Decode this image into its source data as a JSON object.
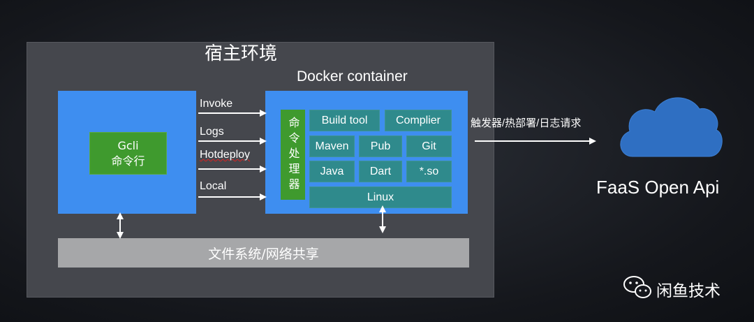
{
  "host": {
    "title": "宿主环境"
  },
  "cli": {
    "title_line1": "Gcli",
    "title_line2": "命令行"
  },
  "docker": {
    "title": "Docker container",
    "processor": "命令处理器",
    "tiles": {
      "build_tool": "Build tool",
      "compiler": "Complier",
      "maven": "Maven",
      "pub": "Pub",
      "git": "Git",
      "java": "Java",
      "dart": "Dart",
      "so": "*.so",
      "linux": "Linux"
    }
  },
  "arrows": {
    "invoke": "Invoke",
    "logs": "Logs",
    "hotdeploy": "Hotdeploy",
    "local": "Local",
    "trigger": "触发器/热部署/日志请求"
  },
  "shared": {
    "label": "文件系统/网络共享"
  },
  "cloud": {
    "label": "FaaS Open Api",
    "color": "#2f6fc2"
  },
  "brand": {
    "name": "闲鱼技术"
  },
  "colors": {
    "blue_box": "#3e8ef0",
    "green_box": "#3f9a2e",
    "teal_tile": "#2f8a8c",
    "shared_bar": "#a6a7a9"
  }
}
